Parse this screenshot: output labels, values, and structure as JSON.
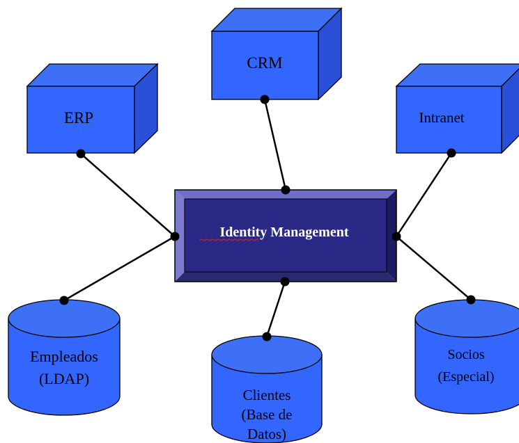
{
  "colors": {
    "box_front": "#3366ff",
    "box_top": "#3d70f5",
    "box_side": "#2a50d8",
    "edge": "#000000",
    "hub_face": "#2a2a86",
    "hub_bevel_light": "#6f6fc8",
    "hub_bevel_dark": "#1a1a55",
    "cylinder": "#3366ff",
    "connector": "#000000",
    "spellcheck_underline": "#e02020"
  },
  "hub": {
    "label": "Identity Management"
  },
  "systems": [
    {
      "label": "ERP"
    },
    {
      "label": "CRM"
    },
    {
      "label": "Intranet"
    }
  ],
  "stores": [
    {
      "lines": [
        "Empleados",
        "(LDAP)"
      ]
    },
    {
      "lines": [
        "Clientes",
        "(Base de",
        "Datos)"
      ]
    },
    {
      "lines": [
        "Socios",
        "(Especial)"
      ]
    }
  ]
}
